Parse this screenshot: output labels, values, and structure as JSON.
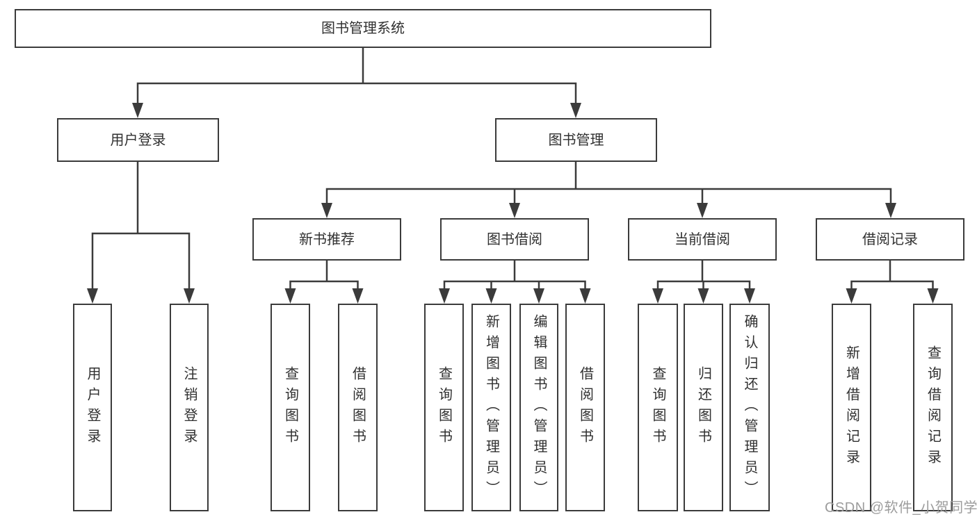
{
  "diagram": {
    "root": {
      "label": "图书管理系统"
    },
    "branches": [
      {
        "label": "用户登录",
        "children": [
          {
            "label": "用户登录"
          },
          {
            "label": "注销登录"
          }
        ]
      },
      {
        "label": "图书管理",
        "children": [
          {
            "label": "新书推荐",
            "children": [
              {
                "label": "查询图书"
              },
              {
                "label": "借阅图书"
              }
            ]
          },
          {
            "label": "图书借阅",
            "children": [
              {
                "label": "查询图书"
              },
              {
                "label": "新增图书（管理员）"
              },
              {
                "label": "编辑图书（管理员）"
              },
              {
                "label": "借阅图书"
              }
            ]
          },
          {
            "label": "当前借阅",
            "children": [
              {
                "label": "查询图书"
              },
              {
                "label": "归还图书"
              },
              {
                "label": "确认归还（管理员）"
              }
            ]
          },
          {
            "label": "借阅记录",
            "children": [
              {
                "label": "新增借阅记录"
              },
              {
                "label": "查询借阅记录"
              }
            ]
          }
        ]
      }
    ]
  },
  "watermark": "CSDN @软件_小贺同学",
  "colors": {
    "line": "#3b3b3b",
    "box_border": "#3b3b3b",
    "text": "#303030",
    "watermark": "#9c9c9c",
    "background": "#ffffff"
  }
}
